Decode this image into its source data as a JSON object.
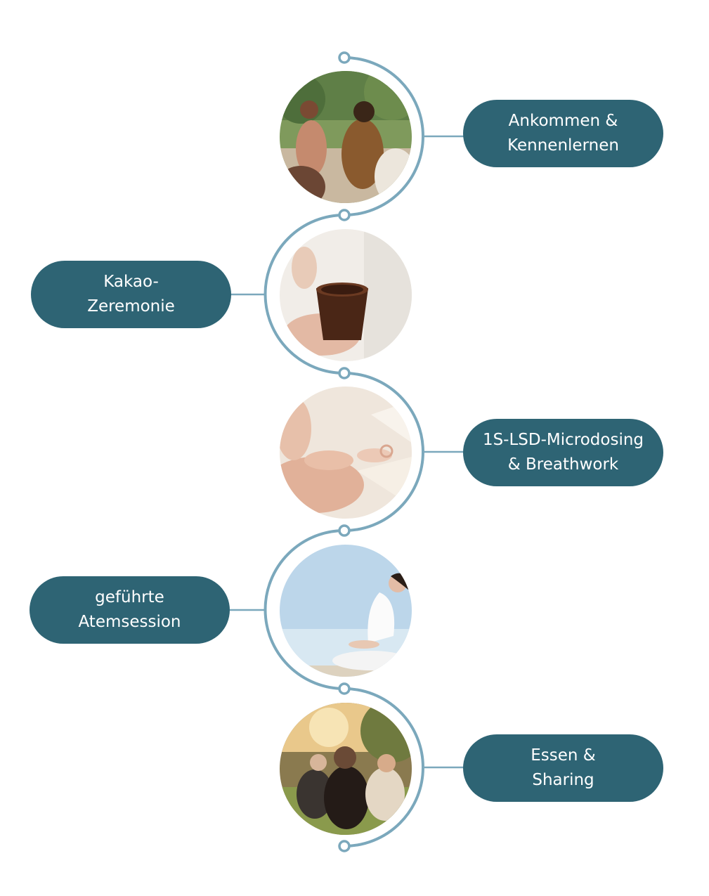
{
  "colors": {
    "pill_background": "#2e6474",
    "pill_text": "#ffffff",
    "connector_line": "#7ba8bc"
  },
  "steps": [
    {
      "side": "right",
      "label_lines": [
        "Ankommen &",
        "Kennenlernen"
      ],
      "photo": "group-sitting-in-garden-photo"
    },
    {
      "side": "left",
      "label_lines": [
        "Kakao-",
        "Zeremonie"
      ],
      "photo": "hands-holding-cacao-cup-photo"
    },
    {
      "side": "right",
      "label_lines": [
        "1S-LSD-Microdosing",
        "& Breathwork"
      ],
      "photo": "meditation-hands-mudra-photo"
    },
    {
      "side": "left",
      "label_lines": [
        "geführte",
        "Atemsession"
      ],
      "photo": "woman-meditating-under-sky-photo"
    },
    {
      "side": "right",
      "label_lines": [
        "Essen &",
        "Sharing"
      ],
      "photo": "group-circle-at-sunset-photo"
    }
  ]
}
